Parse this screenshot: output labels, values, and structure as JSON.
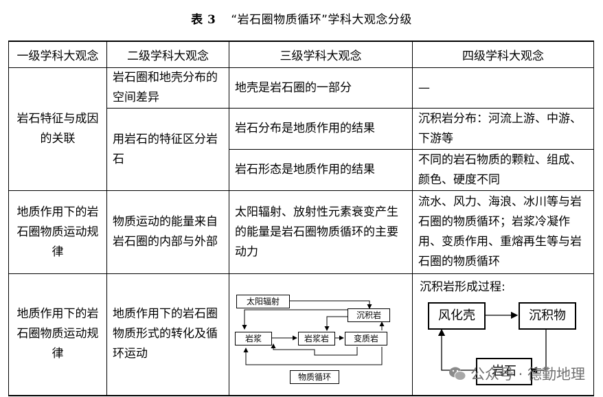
{
  "caption": {
    "number": "表 3",
    "title": "“岩石圈物质循环”学科大观念分级"
  },
  "headers": [
    "一级学科大观念",
    "二级学科大观念",
    "三级学科大观念",
    "四级学科大观念"
  ],
  "rows": {
    "r1": {
      "level1": "岩石特征与成因的关联",
      "level2a": "岩石圈和地壳分布的空间差异",
      "level2b": "用岩石的特征区分岩石",
      "level3a": "地壳是岩石圈的一部分",
      "level4a": "—",
      "level3b": "岩石分布是地质作用的结果",
      "level4b": "沉积岩分布：河流上游、中游、下游等",
      "level3c": "岩石形态是地质作用的结果",
      "level4c": "不同的岩石物质的颗粒、组成、颜色、硬度不同"
    },
    "r2": {
      "level1": "地质作用下的岩石圈物质运动规律",
      "level2": "物质运动的能量来自岩石圈的内部与外部",
      "level3": "太阳辐射、放射性元素衰变产生的能量是岩石圈物质循环的主要动力",
      "level4": "流水、风力、海浪、冰川等与岩石圈的物质循环；岩浆冷凝作用、变质作用、重熔再生等与岩石圈的物质循环"
    },
    "r3": {
      "level1": "地质作用下的岩石圈物质运动规律",
      "level2": "地质作用下的岩石圈物质形式的转化及循环运动",
      "diagram": {
        "solar": "太阳辐射",
        "sedimentary": "沉积岩",
        "magma": "岩浆",
        "magmatic_rock": "岩浆岩",
        "metamorphic": "变质岩",
        "cycle": "物质循环"
      },
      "sedimentary_title": "沉积岩形成过程:",
      "process": {
        "weathering": "风化壳",
        "sediment": "沉积物",
        "rock": "岩石"
      }
    }
  },
  "watermark": "公众号 · 德勤地理"
}
